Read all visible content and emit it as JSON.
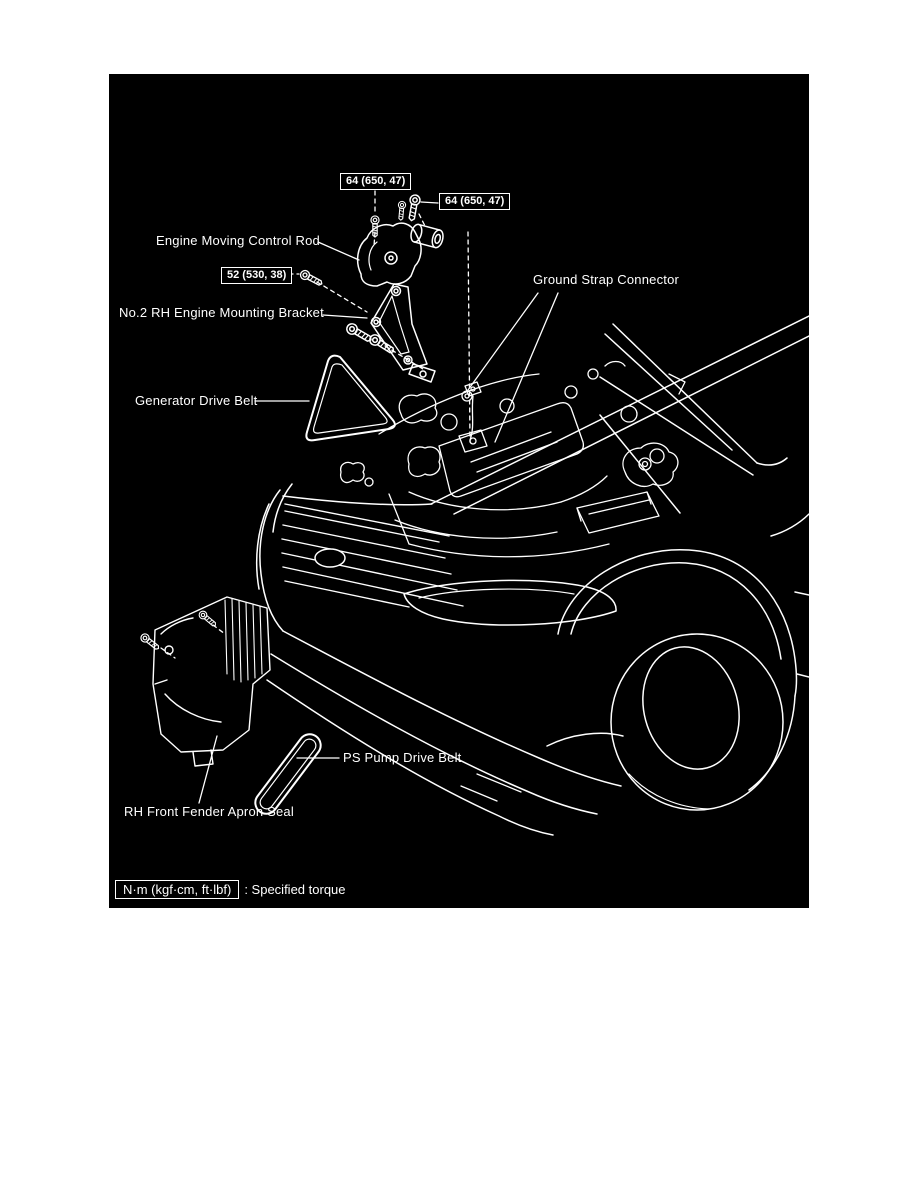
{
  "page": {
    "background": "#ffffff"
  },
  "diagram": {
    "type": "vehicle-engine-compartment-component-diagram",
    "colors": {
      "background": "#000000",
      "line_art": "#ffffff",
      "text": "#ffffff"
    },
    "callouts": {
      "engine_moving_control_rod": "Engine Moving Control Rod",
      "no2_rh_engine_mounting_bracket": "No.2 RH Engine Mounting Bracket",
      "ground_strap_connector": "Ground Strap Connector",
      "generator_drive_belt": "Generator Drive Belt",
      "ps_pump_drive_belt": "PS Pump Drive Belt",
      "rh_front_fender_apron_seal": "RH Front Fender Apron Seal"
    },
    "torque_specs": [
      {
        "id": "torque-64-upper",
        "value": "64 (650, 47)"
      },
      {
        "id": "torque-64-right",
        "value": "64 (650, 47)"
      },
      {
        "id": "torque-52",
        "value": "52 (530, 38)"
      }
    ],
    "legend": {
      "unit_box": "N·m (kgf·cm, ft·lbf)",
      "description": ": Specified torque"
    }
  }
}
